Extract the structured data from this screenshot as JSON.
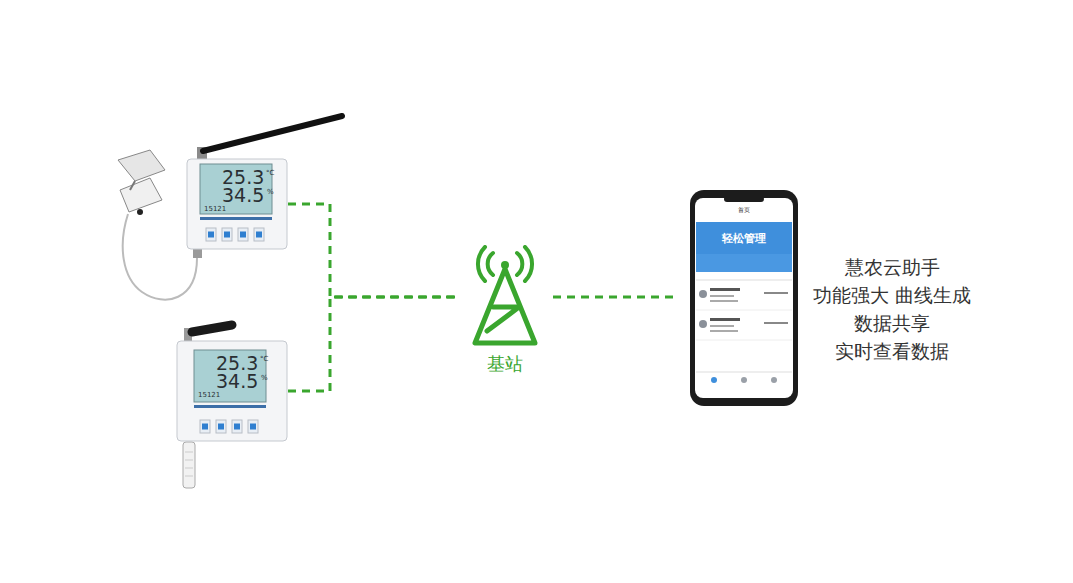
{
  "diagram": {
    "nodes": [
      {
        "text": [
          "25.3",
          "°C",
          "34.5",
          "%",
          "15121"
        ]
      },
      {
        "text": [
          "25.3",
          "°C",
          "34.5",
          "%",
          "15121"
        ]
      },
      {
        "text": [
          "基站"
        ]
      },
      {
        "text": [
          "首页",
          "轻松管理"
        ]
      }
    ],
    "edges": [
      {
        "from": 0,
        "to": 2,
        "arrow": "none"
      },
      {
        "from": 1,
        "to": 2,
        "arrow": "none"
      },
      {
        "from": 2,
        "to": 3,
        "arrow": "none"
      }
    ],
    "labels": [
      "慧农云助手",
      "功能强大 曲线生成",
      "数据共享",
      "实时查看数据"
    ]
  }
}
